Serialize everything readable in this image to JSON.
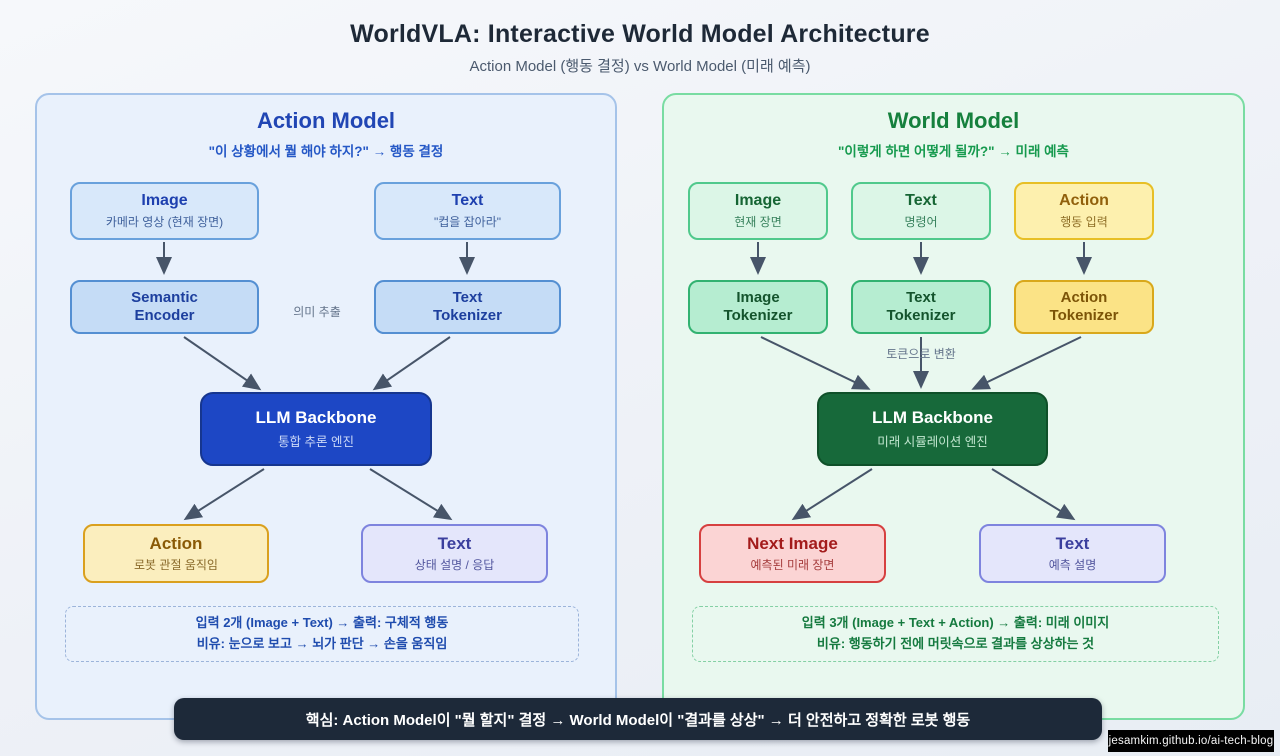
{
  "header": {
    "title": "WorldVLA: Interactive World Model Architecture",
    "subtitle": "Action Model (행동 결정) vs World Model (미래 예측)"
  },
  "action_model": {
    "title": "Action Model",
    "tagline": "\"이 상황에서 뭘 해야 하지?\" → 행동 결정",
    "input_image": {
      "title": "Image",
      "subtitle": "카메라 영상 (현재 장면)"
    },
    "input_text": {
      "title": "Text",
      "subtitle": "\"컵을 잡아라\""
    },
    "semantic_encoder": {
      "title": "Semantic\nEncoder"
    },
    "text_tokenizer": {
      "title": "Text\nTokenizer"
    },
    "encode_label": "의미 추출",
    "llm": {
      "title": "LLM Backbone",
      "subtitle": "통합 추론 엔진"
    },
    "output_action": {
      "title": "Action",
      "subtitle": "로봇 관절 움직임"
    },
    "output_text": {
      "title": "Text",
      "subtitle": "상태 설명 / 응답"
    },
    "note_line1": "입력 2개 (Image + Text) → 출력: 구체적 행동",
    "note_line2": "비유: 눈으로 보고 → 뇌가 판단 → 손을 움직임"
  },
  "world_model": {
    "title": "World Model",
    "tagline": "\"이렇게 하면 어떻게 될까?\" → 미래 예측",
    "input_image": {
      "title": "Image",
      "subtitle": "현재 장면"
    },
    "input_text": {
      "title": "Text",
      "subtitle": "명령어"
    },
    "input_action": {
      "title": "Action",
      "subtitle": "행동 입력"
    },
    "image_tokenizer": {
      "title": "Image\nTokenizer"
    },
    "text_tokenizer": {
      "title": "Text\nTokenizer"
    },
    "action_tokenizer": {
      "title": "Action\nTokenizer"
    },
    "tokenize_label": "토큰으로 변환",
    "llm": {
      "title": "LLM Backbone",
      "subtitle": "미래 시뮬레이션 엔진"
    },
    "output_next_image": {
      "title": "Next Image",
      "subtitle": "예측된 미래 장면"
    },
    "output_text": {
      "title": "Text",
      "subtitle": "예측 설명"
    },
    "note_line1": "입력 3개 (Image + Text + Action) → 출력: 미래 이미지",
    "note_line2": "비유: 행동하기 전에 머릿속으로 결과를 상상하는 것"
  },
  "footer": {
    "banner": "핵심: Action Model이 \"뭘 할지\" 결정 → World Model이 \"결과를 상상\" → 더 안전하고 정확한 로봇 행동",
    "watermark": "jesamkim.github.io/ai-tech-blog"
  },
  "colors": {
    "action_accent": "#1d47c5",
    "world_accent": "#17693a",
    "action_panel_bg": "#e9f1fc",
    "world_panel_bg": "#e9f8ef",
    "action_output_yellow": "#fbeebe",
    "next_image_red": "#fbd4d4",
    "text_output_lavender": "#e4e6fb",
    "banner_bg": "#1d2939"
  }
}
